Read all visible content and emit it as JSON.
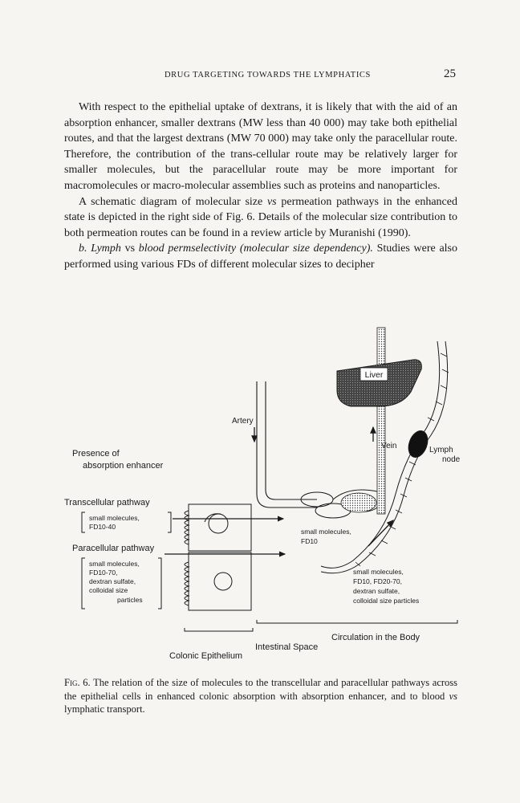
{
  "header": {
    "running_title": "DRUG TARGETING TOWARDS THE LYMPHATICS",
    "page_number": "25"
  },
  "paragraphs": {
    "p1": "With respect to the epithelial uptake of dextrans, it is likely that with the aid of an absorption enhancer, smaller dextrans (MW less than 40 000) may take both epithelial routes, and that the largest dextrans (MW 70 000) may take only the paracellular route. Therefore, the contribution of the trans-cellular route may be relatively larger for smaller molecules, but the paracellular route may be more important for macromolecules or macro-molecular assemblies such as proteins and nanoparticles.",
    "p2_before": "A schematic diagram of molecular size ",
    "p2_vs": "vs",
    "p2_after": " permeation pathways in the enhanced state is depicted in the right side of Fig. 6. Details of the molecular size contribution to both permeation routes can be found in a review article by Muranishi (1990).",
    "p3_heading": "b.  Lymph",
    "p3_vs": " vs ",
    "p3_heading2": "blood permselectivity (molecular size dependency).",
    "p3_text": " Studies were also performed using various FDs of different molecular sizes to decipher"
  },
  "figure": {
    "liver": "Liver",
    "artery": "Artery",
    "vein": "Vein",
    "lymph_node_1": "Lymph",
    "lymph_node_2": "node",
    "enhancer_1": "Presence of",
    "enhancer_2": "absorption enhancer",
    "transcellular": "Transcellular pathway",
    "trans_mol_1": "small molecules,",
    "trans_mol_2": "FD10-40",
    "paracellular": "Paracellular pathway",
    "para_mol_1": "small molecules,",
    "para_mol_2": "FD10-70,",
    "para_mol_3": "dextran sulfate,",
    "para_mol_4": "colloidal size",
    "para_mol_5": "particles",
    "blood_mol_1": "small molecules,",
    "blood_mol_2": "FD10",
    "lymph_mol_1": "small molecules,",
    "lymph_mol_2": "FD10, FD20-70,",
    "lymph_mol_3": "dextran sulfate,",
    "lymph_mol_4": "colloidal size particles",
    "circulation": "Circulation in the Body",
    "intestinal": "Intestinal Space",
    "epithelium": "Colonic Epithelium"
  },
  "caption": {
    "label": "Fig. 6.",
    "text_1": " The relation of the size of molecules to the transcellular and paracellular pathways across the epithelial cells in enhanced colonic absorption with absorption enhancer, and to blood ",
    "vs": "vs",
    "text_2": " lymphatic transport."
  }
}
